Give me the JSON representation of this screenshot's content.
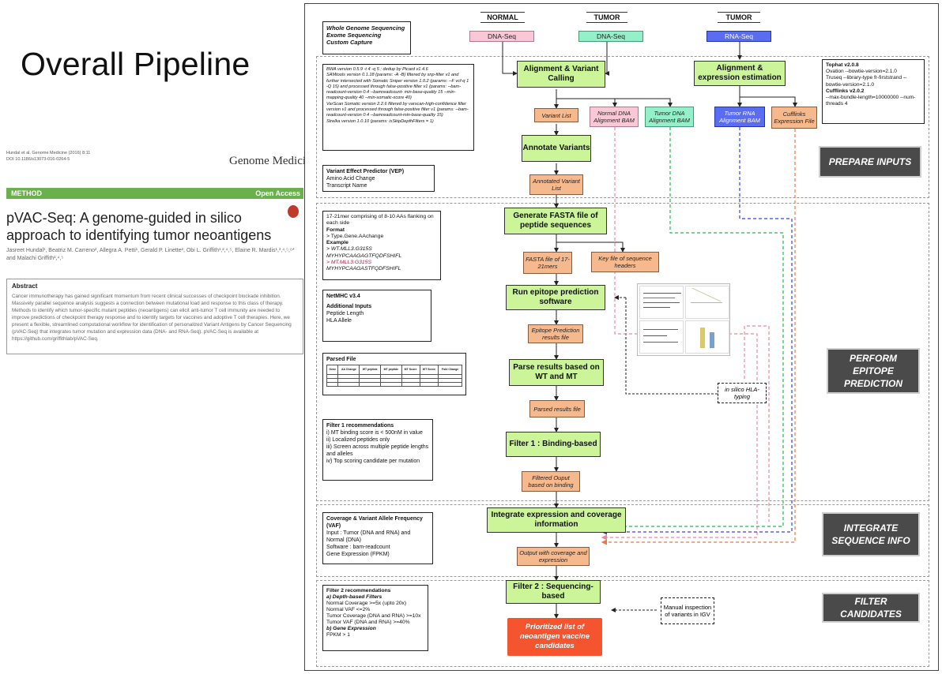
{
  "slide": {
    "title": "Overall Pipeline"
  },
  "paper": {
    "citation_line1": "Hundal et al. Genome Medicine (2016) 8:11",
    "citation_line2": "DOI 10.1186/s13073-016-0264-5",
    "journal": "Genome Medicine",
    "method_label": "METHOD",
    "open_access": "Open Access",
    "title_line1": "pVAC-Seq: A genome-guided in silico",
    "title_line2": "approach to identifying tumor neoantigens",
    "authors": "Jasreet Hundal¹, Beatriz M. Carreno², Allegra A. Petti¹, Gerald P. Linette², Obi L. Griffith¹,²,⁴,⁵, Elaine R. Mardis¹,³,⁴,⁵,⁶* and Malachi Griffith¹,⁴,⁵",
    "abstract_heading": "Abstract",
    "abstract_text": "Cancer immunotherapy has gained significant momentum from recent clinical successes of checkpoint blockade inhibition. Massively parallel sequence analysis suggests a connection between mutational load and response to this class of therapy. Methods to identify which tumor-specific mutant peptides (neoantigens) can elicit anti-tumor T cell immunity are needed to improve predictions of checkpoint therapy response and to identify targets for vaccines and adoptive T cell therapies. Here, we present a flexible, streamlined computational workflow for identification of personalized Variant Antigens by Cancer Sequencing (pVAC-Seq) that integrates tumor mutation and expression data (DNA- and RNA-Seq). pVAC-Seq is available at https://github.com/griffithlab/pVAC-Seq."
  },
  "diagram": {
    "headers": {
      "normal": "NORMAL",
      "tumor1": "TUMOR",
      "tumor2": "TUMOR"
    },
    "sources": {
      "wgs": "Whole Genome Sequencing",
      "exome": "Exome Sequencing",
      "capture": "Custom Capture",
      "normal_dna": "DNA-Seq",
      "tumor_dna": "DNA-Seq",
      "tumor_rna": "RNA-Seq"
    },
    "steps": {
      "align": "Alignment & Variant Calling",
      "align_expr": "Alignment & expression estimation",
      "annotate": "Annotate Variants",
      "generate": "Generate FASTA file of peptide sequences",
      "run_epitope": "Run epitope prediction software",
      "parse": "Parse results based on WT and MT",
      "filter1": "Filter 1 : Binding-based",
      "integrate": "Integrate expression and coverage information",
      "filter2": "Filter 2 : Sequencing-based"
    },
    "outputs": {
      "variant_list": "Variant List",
      "normal_bam": "Normal DNA Alignment BAM",
      "tumor_bam": "Tumor DNA Alignment BAM",
      "rna_bam": "Tumor RNA Alignment BAM",
      "cufflinks": "Cufflinks Expression File",
      "annotated": "Annotated Variant List",
      "fasta": "FASTA file of 17-21mers",
      "key_file": "Key file of sequence headers",
      "epitope_results": "Epitope Prediction results file",
      "parsed": "Parsed results file",
      "filtered": "Filtered Ouput based on binding",
      "coverage_out": "Output with coverage and expression",
      "final": "Prioritized list of neoantigen vaccine candidates"
    },
    "side_notes": {
      "hla": "in silico HLA-typing",
      "manual": "Manual inspection of variants in IGV"
    },
    "sections": {
      "prepare": "PREPARE INPUTS",
      "perform": "PERFORM EPITOPE PREDICTION",
      "integrate": "INTEGRATE SEQUENCE INFO",
      "filter": "FILTER CANDIDATES"
    },
    "notes": {
      "variant_calling": {
        "bwa": "BWA version 0.5.9 -t 4 -q 5 ; dedup by Picard v1.4.6",
        "samtools": "SAMtools version 0.1.18 (params: -A -B) filtered by snp-filter v1 and further intersected with Somatic Sniper version 1.0.2 (params: --F vcf-q 1 -Q 15) and processed through false-positive filter v1 (params: --bam-readcount-version 0.4 --bamreadcount- min-base-quality 15 --min-mapping-quality 40 --min-somatic-score 40)",
        "varscan": "VarScan Somatic version 2.2.6 filtered by varscan-high-confidence filter version v1 and processed through false-positive filter v1 (params: --bam-readcount-version 0.4 --bamreadcount-min-base-quality 15)",
        "strelka": "Strelka version 1.0.10 (params: isSkipDepthFilters = 1)"
      },
      "vep": {
        "title": "Variant Effect Predictor (VEP)",
        "line1": "Amino Acid Change",
        "line2": "Transcript Name"
      },
      "rna_tools": {
        "tophat": "Tophat v2.0.8",
        "ovation": "Ovation --bowtie-version=2.1.0",
        "truseq": "Truseq --library-type fr-firststrand --bowtie-version=2.1.0",
        "cufflinks": "Cufflinks v2.0.2",
        "cuff_params": "--max-bundle-length=10000000 --num-threads 4"
      },
      "peptide": {
        "line1": "17-21mer comprising of 8-10 AAs flanking on each side",
        "format": "Format",
        "format_val": "> Type.Gene.AAchange",
        "example": "Example",
        "wt_head": "> WT.MLL3.G315S",
        "wt_seq": "MYHYPCAAGAGTFQDFSHIFL",
        "mt_head": "> MT.MLL3.G315S",
        "mt_seq": "MYHYPCAAGASTFQDFSHIFL"
      },
      "netmhc": {
        "title": "NetMHC v3.4",
        "inputs": "Additional Inputs",
        "l1": "Peptide Length",
        "l2": "HLA Allele"
      },
      "parsed_file": {
        "title": "Parsed File",
        "columns": [
          "Gene",
          "AA Change",
          "WT peptide",
          "MT peptide",
          "MT Score",
          "WT Score",
          "Fold Change"
        ]
      },
      "filter1": {
        "title": "Filter 1 recommendations",
        "i": "i) MT binding score is < 500nM in value",
        "ii": "ii) Localized peptides only",
        "iii": "iii) Screen across multiple peptide lengths and alleles",
        "iv": "iv) Top scoring candidate per mutation"
      },
      "vaf": {
        "title": "Coverage & Variant Allele Frequency (VAF)",
        "input": "Input : Tumor (DNA and RNA) and Normal (DNA)",
        "software": "Software : bam-readcount",
        "gene": "Gene Expression (FPKM)"
      },
      "filter2": {
        "title": "Filter 2 recommendations",
        "a": "a) Depth-based Filters",
        "l1": "Normal Coverage >=5x (upto 20x)",
        "l2": "Normal VAF <=2%",
        "l3": "Tumor Coverage (DNA and RNA) >=10x",
        "l4": "Tumor VAF (DNA and RNA) >=40%",
        "b": "b) Gene Expression",
        "l5": "FPKM > 1"
      }
    }
  }
}
